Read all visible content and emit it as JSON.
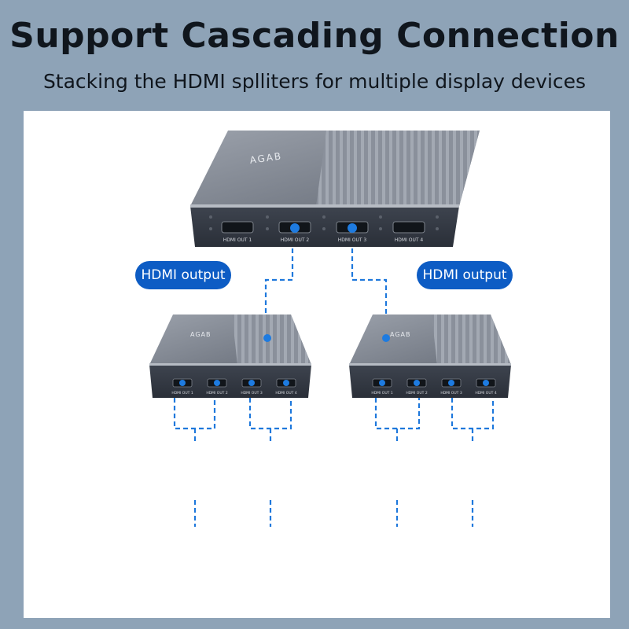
{
  "title": "Support Cascading Connection",
  "subtitle": "Stacking the HDMI splliters for multiple display devices",
  "pills": [
    "HDMI output",
    "HDMI output"
  ],
  "brand_mark": "AGAB",
  "port_labels": [
    "HDMI OUT 1",
    "HDMI OUT 2",
    "HDMI OUT 3",
    "HDMI OUT 4"
  ],
  "colors": {
    "background": "#8ea3b7",
    "accent": "#0d5cc4",
    "connector": "#1e7be0"
  }
}
